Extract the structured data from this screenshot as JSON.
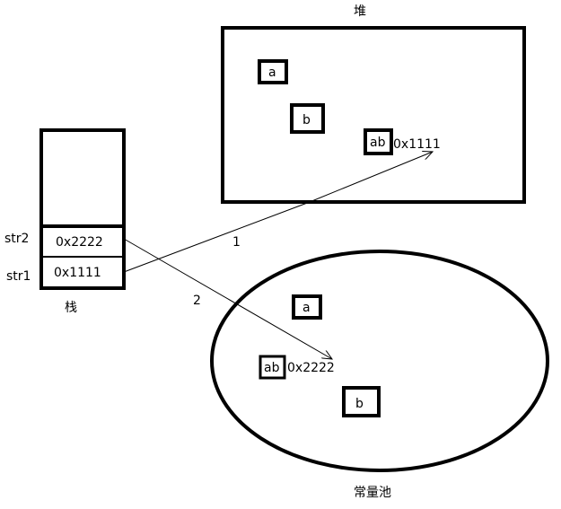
{
  "heap": {
    "title": "堆",
    "items": {
      "a": "a",
      "b": "b",
      "ab": "ab"
    },
    "address": "0x1111"
  },
  "stack": {
    "title": "栈",
    "cells": [
      {
        "var": "str2",
        "value": "0x2222"
      },
      {
        "var": "str1",
        "value": "0x1111"
      }
    ]
  },
  "pool": {
    "title": "常量池",
    "items": {
      "a": "a",
      "ab": "ab",
      "b": "b"
    },
    "address": "0x2222"
  },
  "arrows": [
    {
      "label": "1",
      "from": "str1",
      "to": "heap.ab"
    },
    {
      "label": "2",
      "from": "str2",
      "to": "pool.ab"
    }
  ]
}
